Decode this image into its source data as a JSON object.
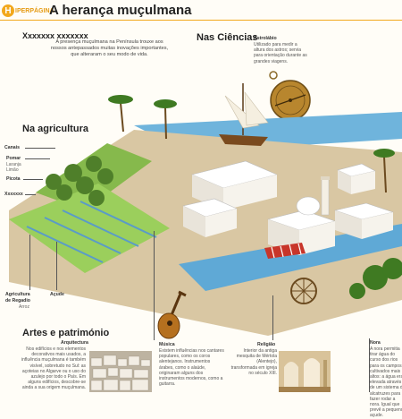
{
  "header": {
    "logo_letter": "H",
    "logo_text": "IPERPÁGINA",
    "title": "A herança muçulmana"
  },
  "intro": {
    "title": "Xxxxxxx xxxxxxx",
    "text": "A presença muçulmana na Península trouxe aos nossos antepassados muitas inovações importantes, que alteraram o seu modo de vida."
  },
  "sciences": {
    "heading": "Nas Ciências",
    "astrolabe_title": "Astrolábio",
    "astrolabe_text": "Utilizado para medir a altura dos astros; servia para orientação durante as grandes viagens."
  },
  "agriculture": {
    "heading": "Na agricultura",
    "labels": {
      "canais": "Canais",
      "pomar": "Pomar",
      "pomar_sub1": "Laranja",
      "pomar_sub2": "Limão",
      "picota": "Picota",
      "xxx": "Xxxxxxx",
      "regadio_1": "Agricultura",
      "regadio_2": "de Regadio",
      "regadio_sub": "Arroz",
      "acude": "Açude"
    }
  },
  "arts": {
    "heading": "Artes e património",
    "architecture_title": "Arquitectura",
    "architecture_text": "Nos edifícios e nos elementos decorativos mais usados, a influência muçulmana é também visível, sobretudo no Sul: as açoteias no Algarve ou o uso do azulejo por todo o País. Em alguns edifícios, descobre-se ainda a sua origem muçulmana.",
    "music_title": "Música",
    "music_text": "Existem influências nos cantares populares, como os coros alentejanos. Instrumentos árabes, como o alaúde, originaram alguns dos instrumentos modernos, como a guitarra.",
    "religion_title": "Religião",
    "religion_text": "Interior da antiga mesquita de Mértola (Alentejo), transformada em igreja no século XIII.",
    "nora_title": "Nora",
    "nora_text": "A nora permitia tirar água do curso dos rios para os campos cultivados mais altos: a água era elevada através de um sistema de alcatruzes para fazer rodar a nora. Igual que prevê a pequeno açude."
  },
  "colors": {
    "accent": "#f2a81d",
    "water": "#5fa9d6",
    "field": "#7fb447"
  }
}
